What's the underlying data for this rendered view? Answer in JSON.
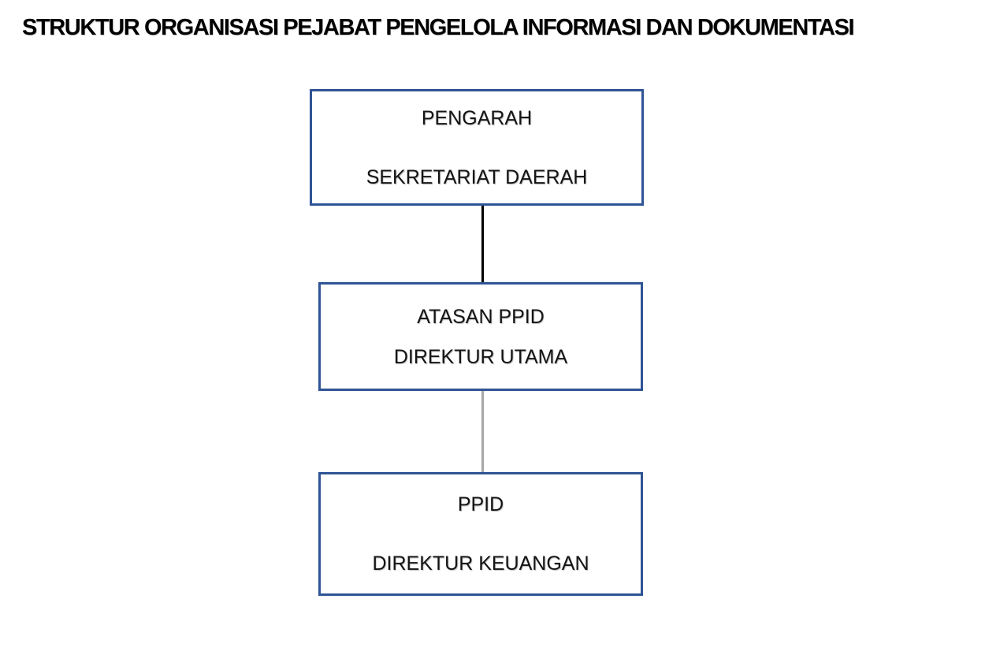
{
  "page": {
    "title": "STRUKTUR ORGANISASI PEJABAT PENGELOLA INFORMASI DAN DOKUMENTASI",
    "background_color": "#FFFFFF"
  },
  "diagram": {
    "type": "org-chart",
    "colors": {
      "node_border": "#2F5496",
      "node_fill": "#FFFFFF",
      "text": "#141414",
      "edge_dark": "#000000",
      "edge_light": "#A6A6A6"
    },
    "nodes": [
      {
        "id": "pengarah",
        "role": "PENGARAH",
        "holder": "SEKRETARIAT DAERAH"
      },
      {
        "id": "atasan-ppid",
        "role": "ATASAN PPID",
        "holder": "DIREKTUR UTAMA"
      },
      {
        "id": "ppid",
        "role": "PPID",
        "holder": "DIREKTUR KEUANGAN"
      }
    ],
    "edges": [
      {
        "from": "pengarah",
        "to": "atasan-ppid",
        "color": "#000000",
        "style": "solid"
      },
      {
        "from": "atasan-ppid",
        "to": "ppid",
        "color": "#A6A6A6",
        "style": "solid"
      }
    ]
  }
}
